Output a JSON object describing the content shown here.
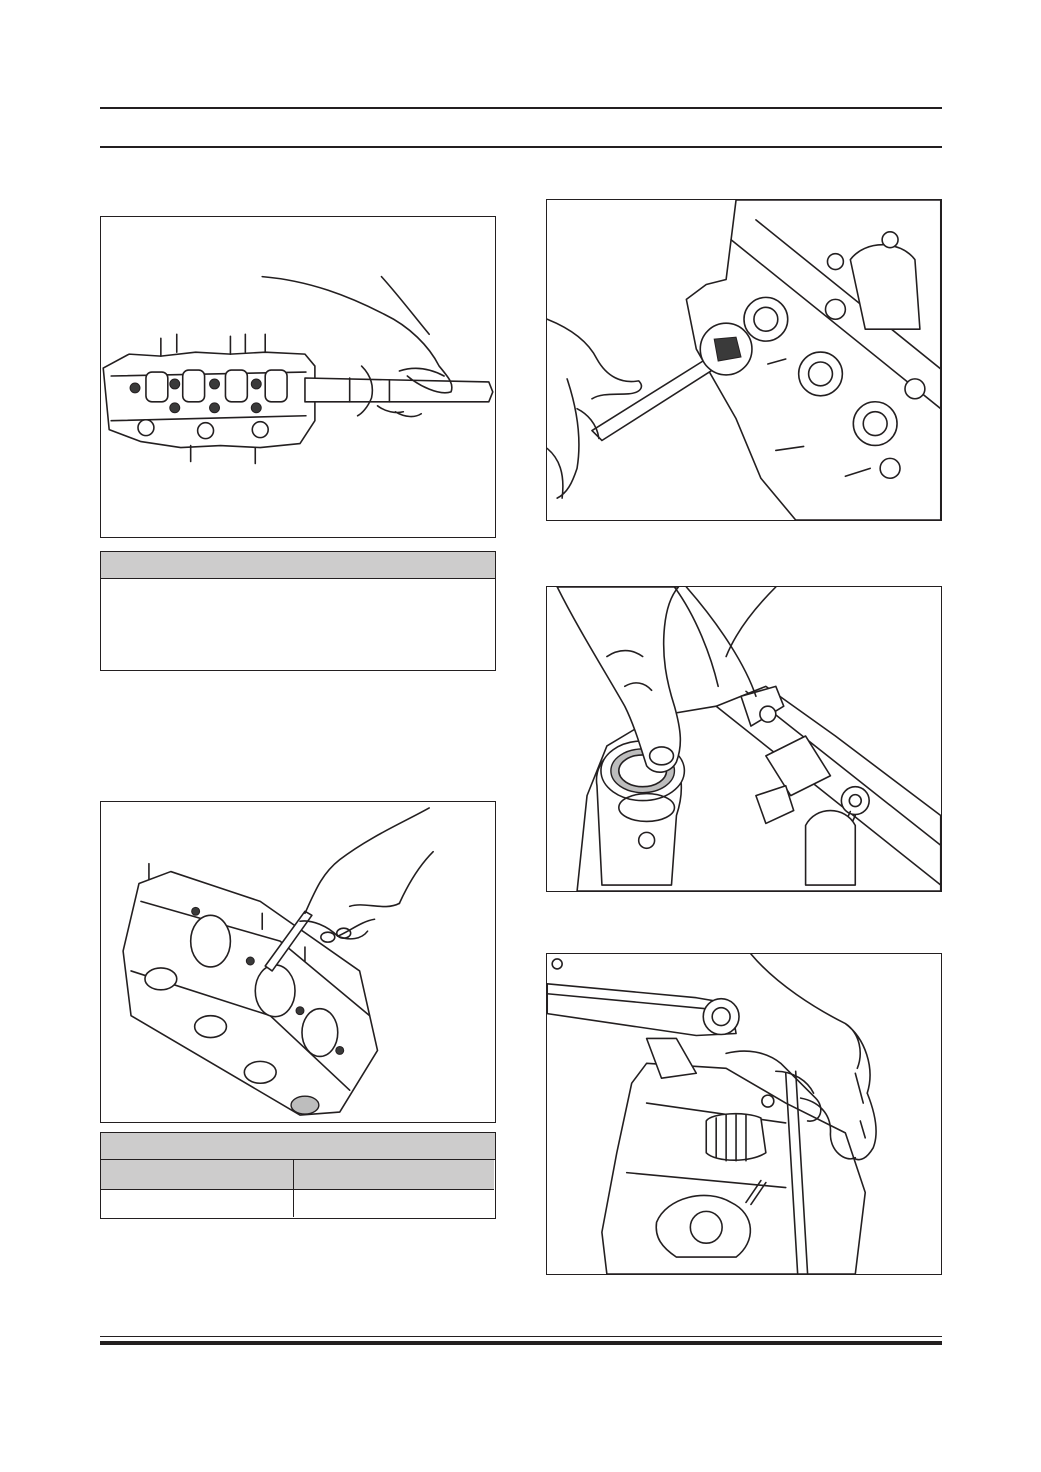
{
  "page": {
    "header_text": "",
    "footer_text": ""
  },
  "figures": [
    {
      "id": "fig-camshaft-removal",
      "icon": "camshaft-hand-illustration"
    },
    {
      "id": "fig-cylinder-head-measure",
      "icon": "cylinder-head-gauge-illustration"
    },
    {
      "id": "fig-sensor-wrench",
      "icon": "wrench-on-sensor-illustration"
    },
    {
      "id": "fig-seal-install",
      "icon": "finger-pressing-seal-illustration"
    },
    {
      "id": "fig-torque-wrench",
      "icon": "torque-wrench-illustration"
    }
  ],
  "tables": {
    "note_box": {
      "header": "",
      "body": ""
    },
    "spec_box": {
      "header": "",
      "col1": "",
      "col2": "",
      "val1": "",
      "val2": ""
    }
  },
  "colors": {
    "line": "#231f20",
    "table_header": "#cdcccc"
  }
}
